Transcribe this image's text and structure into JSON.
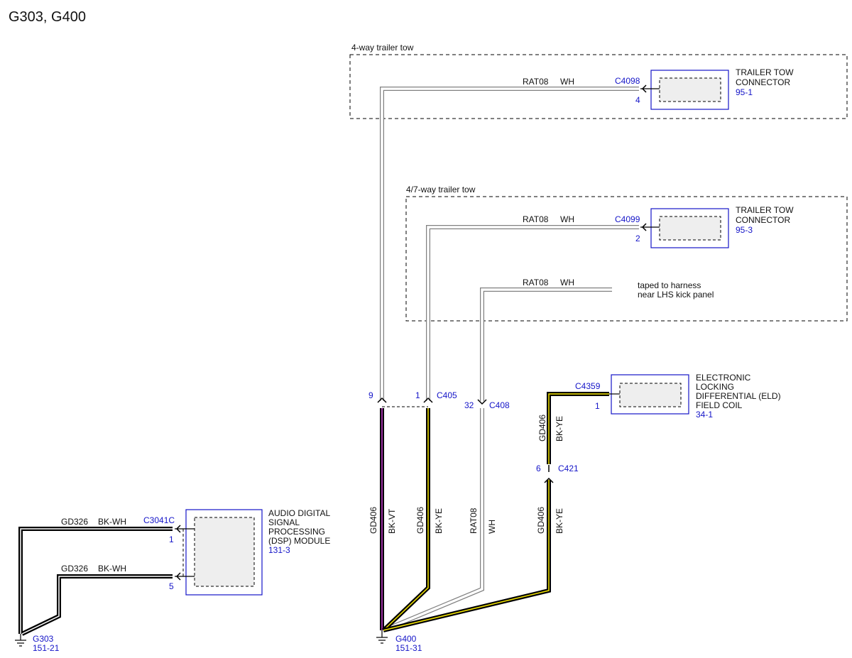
{
  "page_title": "G303, G400",
  "colors": {
    "blue": "#1414c8",
    "wire_white": "#ffffff",
    "wire_black": "#000000",
    "wire_yellow": "#f5e600",
    "wire_violet": "#c83cd2",
    "wire_outline": "#808080",
    "module_fill": "#eeeeee"
  },
  "zones": {
    "four_way": "4-way trailer tow",
    "four_seven_way": "4/7-way trailer tow"
  },
  "components": {
    "trailer_tow_4way": {
      "name_line1": "TRAILER TOW",
      "name_line2": "CONNECTOR",
      "ref": "95-1",
      "connector": "C4098",
      "pin": "4"
    },
    "trailer_tow_47way": {
      "name_line1": "TRAILER TOW",
      "name_line2": "CONNECTOR",
      "ref": "95-3",
      "connector": "C4099",
      "pin": "2"
    },
    "eld": {
      "name_line1": "ELECTRONIC",
      "name_line2": "LOCKING",
      "name_line3": "DIFFERENTIAL (ELD)",
      "name_line4": "FIELD COIL",
      "ref": "34-1",
      "connector": "C4359",
      "pin": "1"
    },
    "dsp": {
      "name_line1": "AUDIO DIGITAL",
      "name_line2": "SIGNAL",
      "name_line3": "PROCESSING",
      "name_line4": "(DSP) MODULE",
      "ref": "131-3",
      "connector": "C3041C",
      "pin_a": "1",
      "pin_b": "5"
    }
  },
  "taped_note": {
    "line1": "taped to harness",
    "line2": "near LHS kick panel"
  },
  "inline_connectors": {
    "c405": {
      "name": "C405",
      "pin_left": "9",
      "pin_right": "1"
    },
    "c408": {
      "name": "C408",
      "pin": "32"
    },
    "c421": {
      "name": "C421",
      "pin": "6"
    }
  },
  "grounds": {
    "g303": {
      "name": "G303",
      "ref": "151-21"
    },
    "g400": {
      "name": "G400",
      "ref": "151-31"
    }
  },
  "wires": {
    "rat08_4way": {
      "circuit": "RAT08",
      "color": "WH"
    },
    "rat08_47way": {
      "circuit": "RAT08",
      "color": "WH"
    },
    "rat08_taped": {
      "circuit": "RAT08",
      "color": "WH"
    },
    "gd406_vt": {
      "circuit": "GD406",
      "color": "BK-VT"
    },
    "gd406_ye": {
      "circuit": "GD406",
      "color": "BK-YE"
    },
    "rat08_vertical": {
      "circuit": "RAT08",
      "color": "WH"
    },
    "gd406_eld_lower": {
      "circuit": "GD406",
      "color": "BK-YE"
    },
    "gd406_eld_upper": {
      "circuit": "GD406",
      "color": "BK-YE"
    },
    "gd326_top": {
      "circuit": "GD326",
      "color": "BK-WH"
    },
    "gd326_bottom": {
      "circuit": "GD326",
      "color": "BK-WH"
    }
  }
}
